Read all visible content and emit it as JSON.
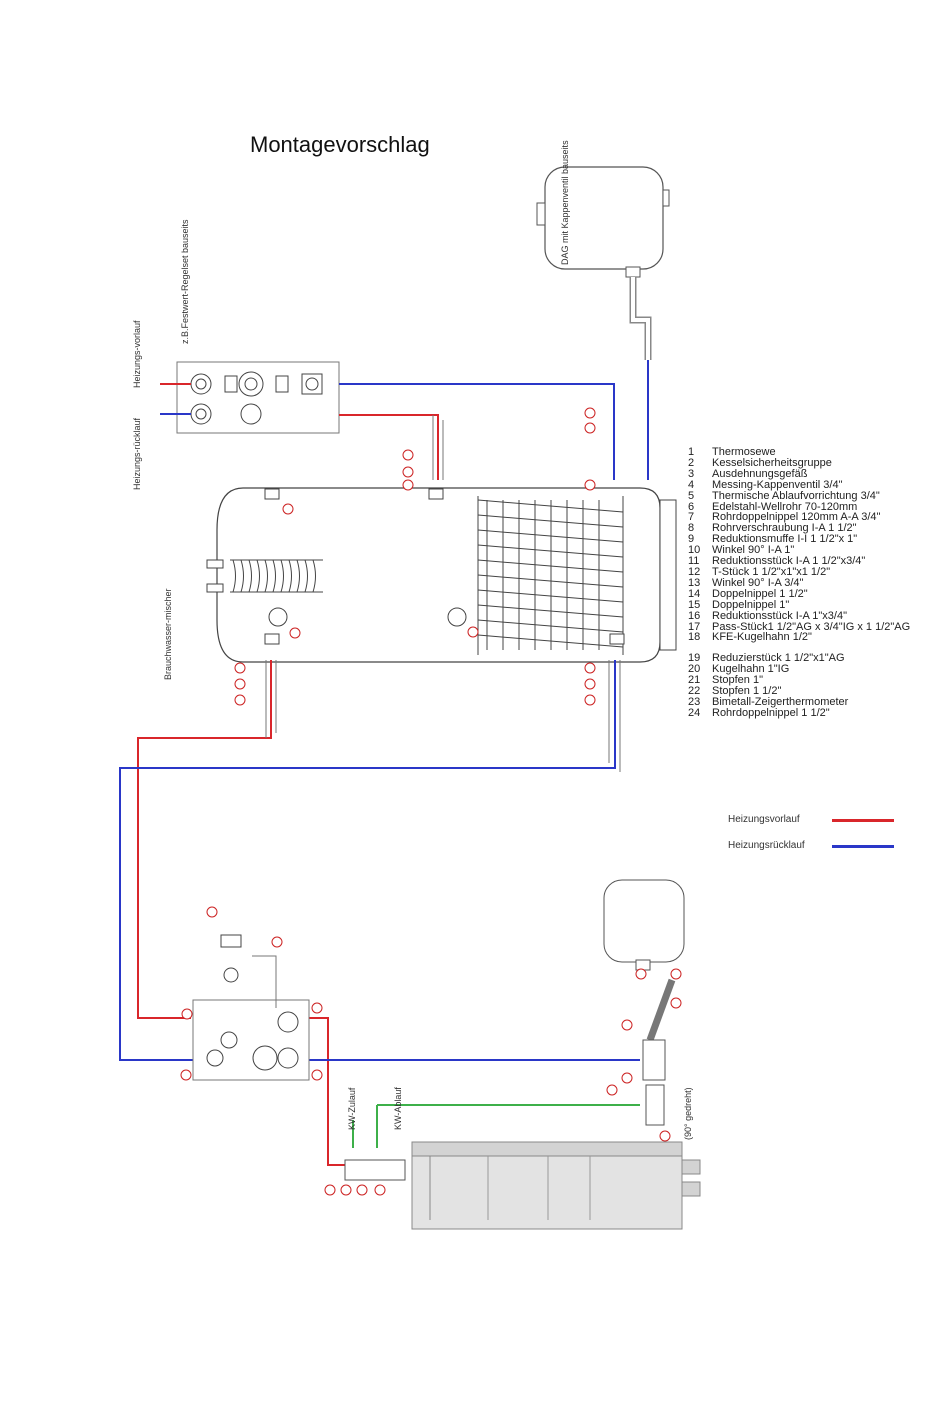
{
  "title": "Montagevorschlag",
  "parts": [
    {
      "no": "1",
      "text": "Thermosewe"
    },
    {
      "no": "2",
      "text": "Kesselsicherheitsgruppe"
    },
    {
      "no": "3",
      "text": "Ausdehnungsgefäß"
    },
    {
      "no": "4",
      "text": "Messing-Kappenventil 3/4\""
    },
    {
      "no": "5",
      "text": "Thermische Ablaufvorrichtung 3/4\""
    },
    {
      "no": "6",
      "text": "Edelstahl-Wellrohr 70-120mm"
    },
    {
      "no": "7",
      "text": "Rohrdoppelnippel 120mm A-A 3/4\""
    },
    {
      "no": "8",
      "text": "Rohrverschraubung I-A 1 1/2\""
    },
    {
      "no": "9",
      "text": "Reduktionsmuffe I-I 1 1/2\"x 1\""
    },
    {
      "no": "10",
      "text": "Winkel 90° I-A 1\""
    },
    {
      "no": "11",
      "text": "Reduktionsstück I-A 1 1/2\"x3/4\""
    },
    {
      "no": "12",
      "text": "T-Stück 1 1/2\"x1\"x1 1/2\""
    },
    {
      "no": "13",
      "text": "Winkel 90° I-A 3/4\""
    },
    {
      "no": "14",
      "text": "Doppelnippel 1 1/2\""
    },
    {
      "no": "15",
      "text": "Doppelnippel 1\""
    },
    {
      "no": "16",
      "text": "Reduktionsstück I-A 1\"x3/4\""
    },
    {
      "no": "17",
      "text": "Pass-Stück1 1/2\"AG x 3/4\"IG x 1 1/2\"AG"
    },
    {
      "no": "18",
      "text": "KFE-Kugelhahn 1/2\""
    },
    {
      "no": "19",
      "text": "Reduzierstück 1 1/2\"x1\"AG"
    },
    {
      "no": "20",
      "text": "Kugelhahn 1\"IG"
    },
    {
      "no": "21",
      "text": "Stopfen 1\""
    },
    {
      "no": "22",
      "text": "Stopfen 1 1/2\""
    },
    {
      "no": "23",
      "text": "Bimetall-Zeigerthermometer"
    },
    {
      "no": "24",
      "text": "Rohrdoppelnippel 1 1/2\""
    }
  ],
  "key": {
    "supply_label": "Heizungsvorlauf",
    "return_label": "Heizungsrücklauf",
    "supply_color": "#d9262b",
    "return_color": "#2a37c8",
    "cold_water_color": "#3db04a"
  },
  "labels": {
    "heizungs_vorlauf": "Heizungs-vorlauf",
    "heizungs_ruecklauf": "Heizungs-rücklauf",
    "festwert_regelset": "z.B.Festwert-Regelset bauseits",
    "dag": "DAG mit Kappenventil bauseits",
    "brauchwasser": "Brauchwasser-mischer",
    "kw_zulauf": "KW-Zulauf",
    "kw_ablauf": "KW-Ablauf",
    "gedreht": "(90° gedreht)"
  }
}
